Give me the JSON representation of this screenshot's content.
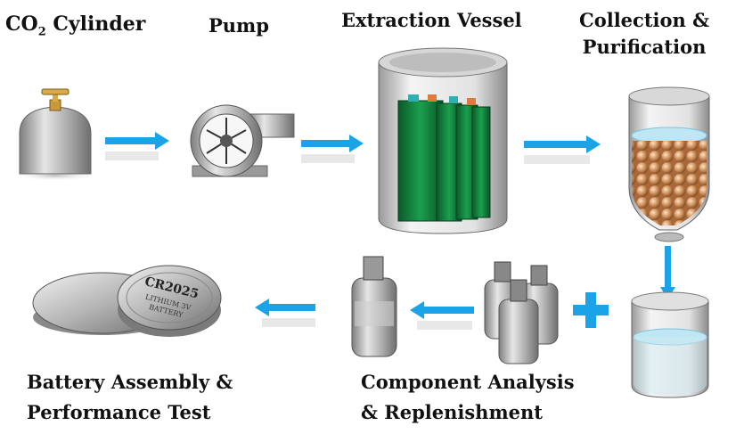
{
  "labels": {
    "co2_cylinder_main": "CO",
    "co2_cylinder_sub": "2",
    "co2_cylinder_rest": " Cylinder",
    "pump": "Pump",
    "extraction_vessel": "Extraction Vessel",
    "collection_line1": "Collection &",
    "collection_line2": "Purification",
    "battery_line1": "Battery Assembly &",
    "battery_line2": "Performance Test",
    "analysis_line1": "Component Analysis",
    "analysis_line2": "& Replenishment"
  },
  "coin_cell": {
    "model": "CR2025",
    "line2": "LITHIUM 3V",
    "line3": "BATTERY"
  },
  "colors": {
    "arrow": "#1aa3e6",
    "plus": "#1aa3e6",
    "metal": "#b8b8b8",
    "green_battery": "#0f7a3a",
    "liquid": "#bfe6f3",
    "beads": "#c48650"
  }
}
